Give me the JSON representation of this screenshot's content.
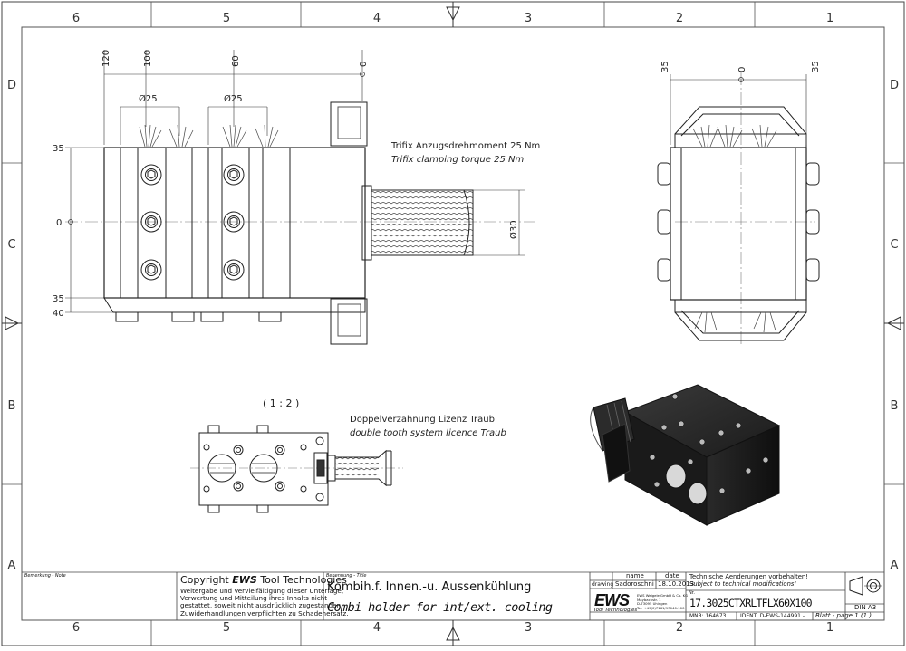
{
  "zones": {
    "columns": [
      "6",
      "5",
      "4",
      "3",
      "2",
      "1"
    ],
    "rows": [
      "D",
      "C",
      "B",
      "A"
    ]
  },
  "front_view": {
    "dims_top": [
      "120",
      "100",
      "60",
      "0"
    ],
    "diameters": [
      "Ø25",
      "Ø25"
    ],
    "dims_left": [
      "35",
      "0",
      "35",
      "40"
    ],
    "shank_diameter": "Ø30",
    "note_de": "Trifix Anzugsdrehmoment  25 Nm",
    "note_en": "Trifix clamping torque  25 Nm"
  },
  "side_view": {
    "dims_top": [
      "35",
      "0",
      "35"
    ]
  },
  "detail_view": {
    "scale": "( 1 : 2 )",
    "note_de": "Doppelverzahnung Lizenz Traub",
    "note_en": "double tooth system licence Traub"
  },
  "title_block": {
    "remark_label": "Bemerkung - Note",
    "copyright_prefix": "Copyright ",
    "copyright_brand": "EWS",
    "copyright_suffix": " Tool Technologies",
    "copyright_text": [
      "Weitergabe und Vervielfältigung dieser Unterlage,",
      "Verwertung und Mitteilung ihres Inhalts nicht",
      "gestattet, soweit nicht ausdrücklich zugestanden.",
      "Zuwiderhandlungen verpflichten zu Schadenersatz."
    ],
    "title_label": "Benennung - Title",
    "title_de": "Kombih.f. Innen.-u. Aussenkühlung",
    "title_en": "Combi holder for int/ext. cooling",
    "col_name": "name",
    "col_date": "date",
    "row_drawing": "drawing",
    "drawer": "Sadoroschni",
    "date": "18.10.2013",
    "logo": "EWS",
    "logo_sub": "Tool Technologies",
    "company_lines": [
      "EWS Weigele GmbH & Co. KG",
      "Maybachstr. 1",
      "D-73095 Uhingen",
      "Tel. +49(0)7161/93040-100"
    ],
    "changes_de": "Technische Aenderungen vorbehalten!",
    "changes_en": "Subject to technical modifications!",
    "nr_label": "Nr.",
    "part_number": "17.3025CTXRLTFLX60X100",
    "mnr": "MNR: 164673",
    "ident": "IDENT: D-EWS-144991 -",
    "sheet": "Blatt - page  1 (1 )",
    "format": "DIN  A3"
  }
}
